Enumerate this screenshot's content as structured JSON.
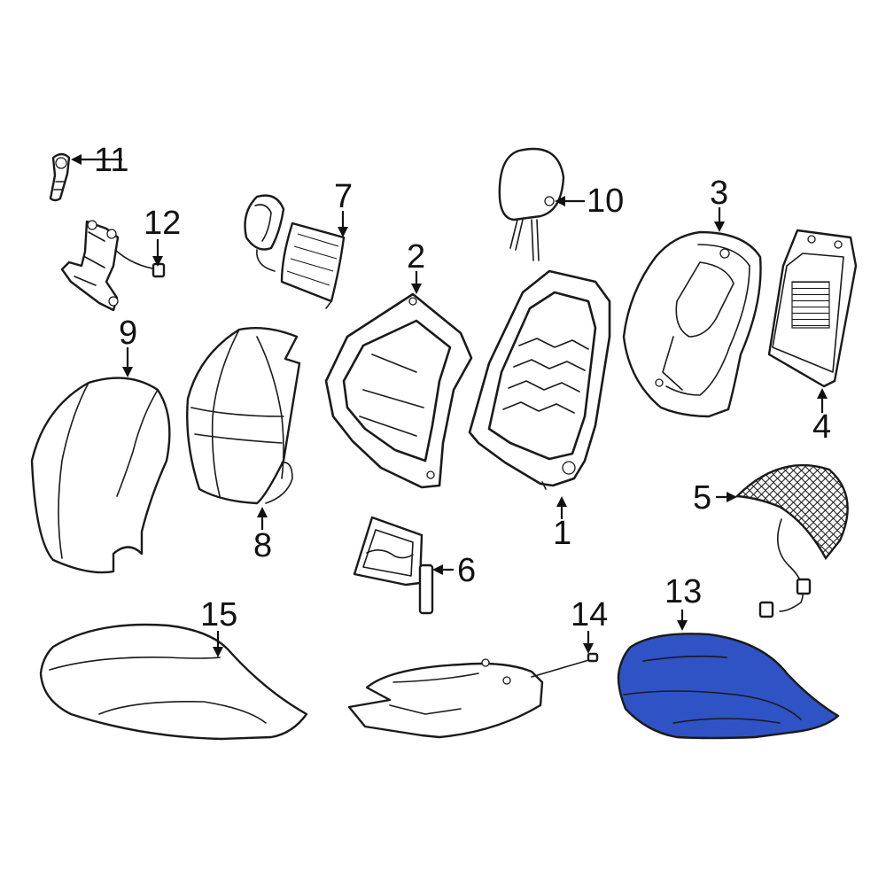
{
  "diagram": {
    "highlight_color": "#2f52c5",
    "callouts": [
      {
        "id": "c1",
        "label": "1"
      },
      {
        "id": "c2",
        "label": "2"
      },
      {
        "id": "c3",
        "label": "3"
      },
      {
        "id": "c4",
        "label": "4"
      },
      {
        "id": "c5",
        "label": "5"
      },
      {
        "id": "c6",
        "label": "6"
      },
      {
        "id": "c7",
        "label": "7"
      },
      {
        "id": "c8",
        "label": "8"
      },
      {
        "id": "c9",
        "label": "9"
      },
      {
        "id": "c10",
        "label": "10"
      },
      {
        "id": "c11",
        "label": "11"
      },
      {
        "id": "c12",
        "label": "12"
      },
      {
        "id": "c13",
        "label": "13"
      },
      {
        "id": "c14",
        "label": "14"
      },
      {
        "id": "c15",
        "label": "15"
      }
    ],
    "highlighted_part": "13"
  }
}
